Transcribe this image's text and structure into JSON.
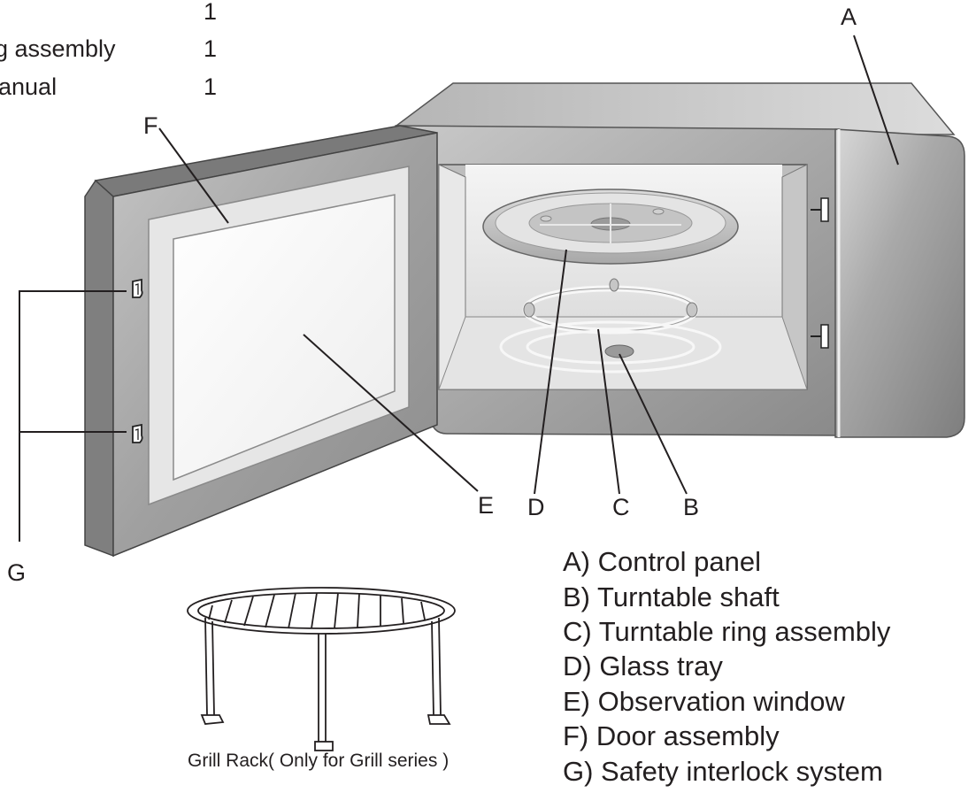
{
  "partial_list": [
    {
      "text": "",
      "qty": "1"
    },
    {
      "text": "g assembly",
      "qty": "1"
    },
    {
      "text": "anual",
      "qty": "1"
    }
  ],
  "callouts": {
    "A": "A",
    "B": "B",
    "C": "C",
    "D": "D",
    "E": "E",
    "F": "F",
    "G": "G"
  },
  "legend": [
    "A) Control panel",
    "B) Turntable shaft",
    "C) Turntable ring assembly",
    "D) Glass tray",
    "E) Observation window",
    "F) Door assembly",
    "G) Safety interlock system"
  ],
  "grill_caption": "Grill Rack( Only for Grill series )"
}
